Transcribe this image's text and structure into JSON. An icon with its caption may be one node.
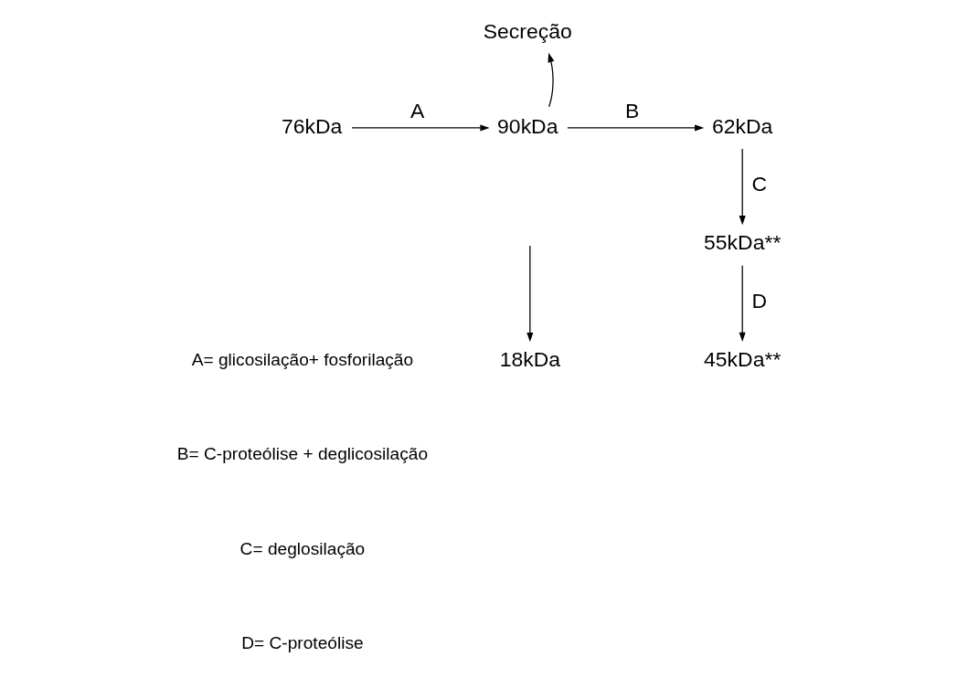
{
  "diagram": {
    "nodes": [
      {
        "text": [
          "76kDa"
        ]
      },
      {
        "text": [
          "Secreção"
        ]
      },
      {
        "text": [
          "90kDa"
        ]
      },
      {
        "text": [
          "62kDa"
        ]
      },
      {
        "text": [
          "18kDa"
        ]
      },
      {
        "text": [
          "55kDa**"
        ]
      },
      {
        "text": [
          "45kDa**"
        ]
      }
    ],
    "edges": [
      {
        "from": 0,
        "to": 2,
        "arrow": "to",
        "label": "A"
      },
      {
        "from": 2,
        "to": 1,
        "arrow": "to"
      },
      {
        "from": 2,
        "to": 3,
        "arrow": "to",
        "label": "B"
      },
      {
        "from": null,
        "to": 4,
        "arrow": "to"
      },
      {
        "from": 3,
        "to": 5,
        "arrow": "to",
        "label": "C"
      },
      {
        "from": 5,
        "to": 6,
        "arrow": "to",
        "label": "D"
      }
    ],
    "labels": [
      "A= glicosilação+ fosforilação",
      "B= C-proteólise + deglicosilação",
      "C= deglosilação",
      "D= C-proteólise"
    ]
  }
}
